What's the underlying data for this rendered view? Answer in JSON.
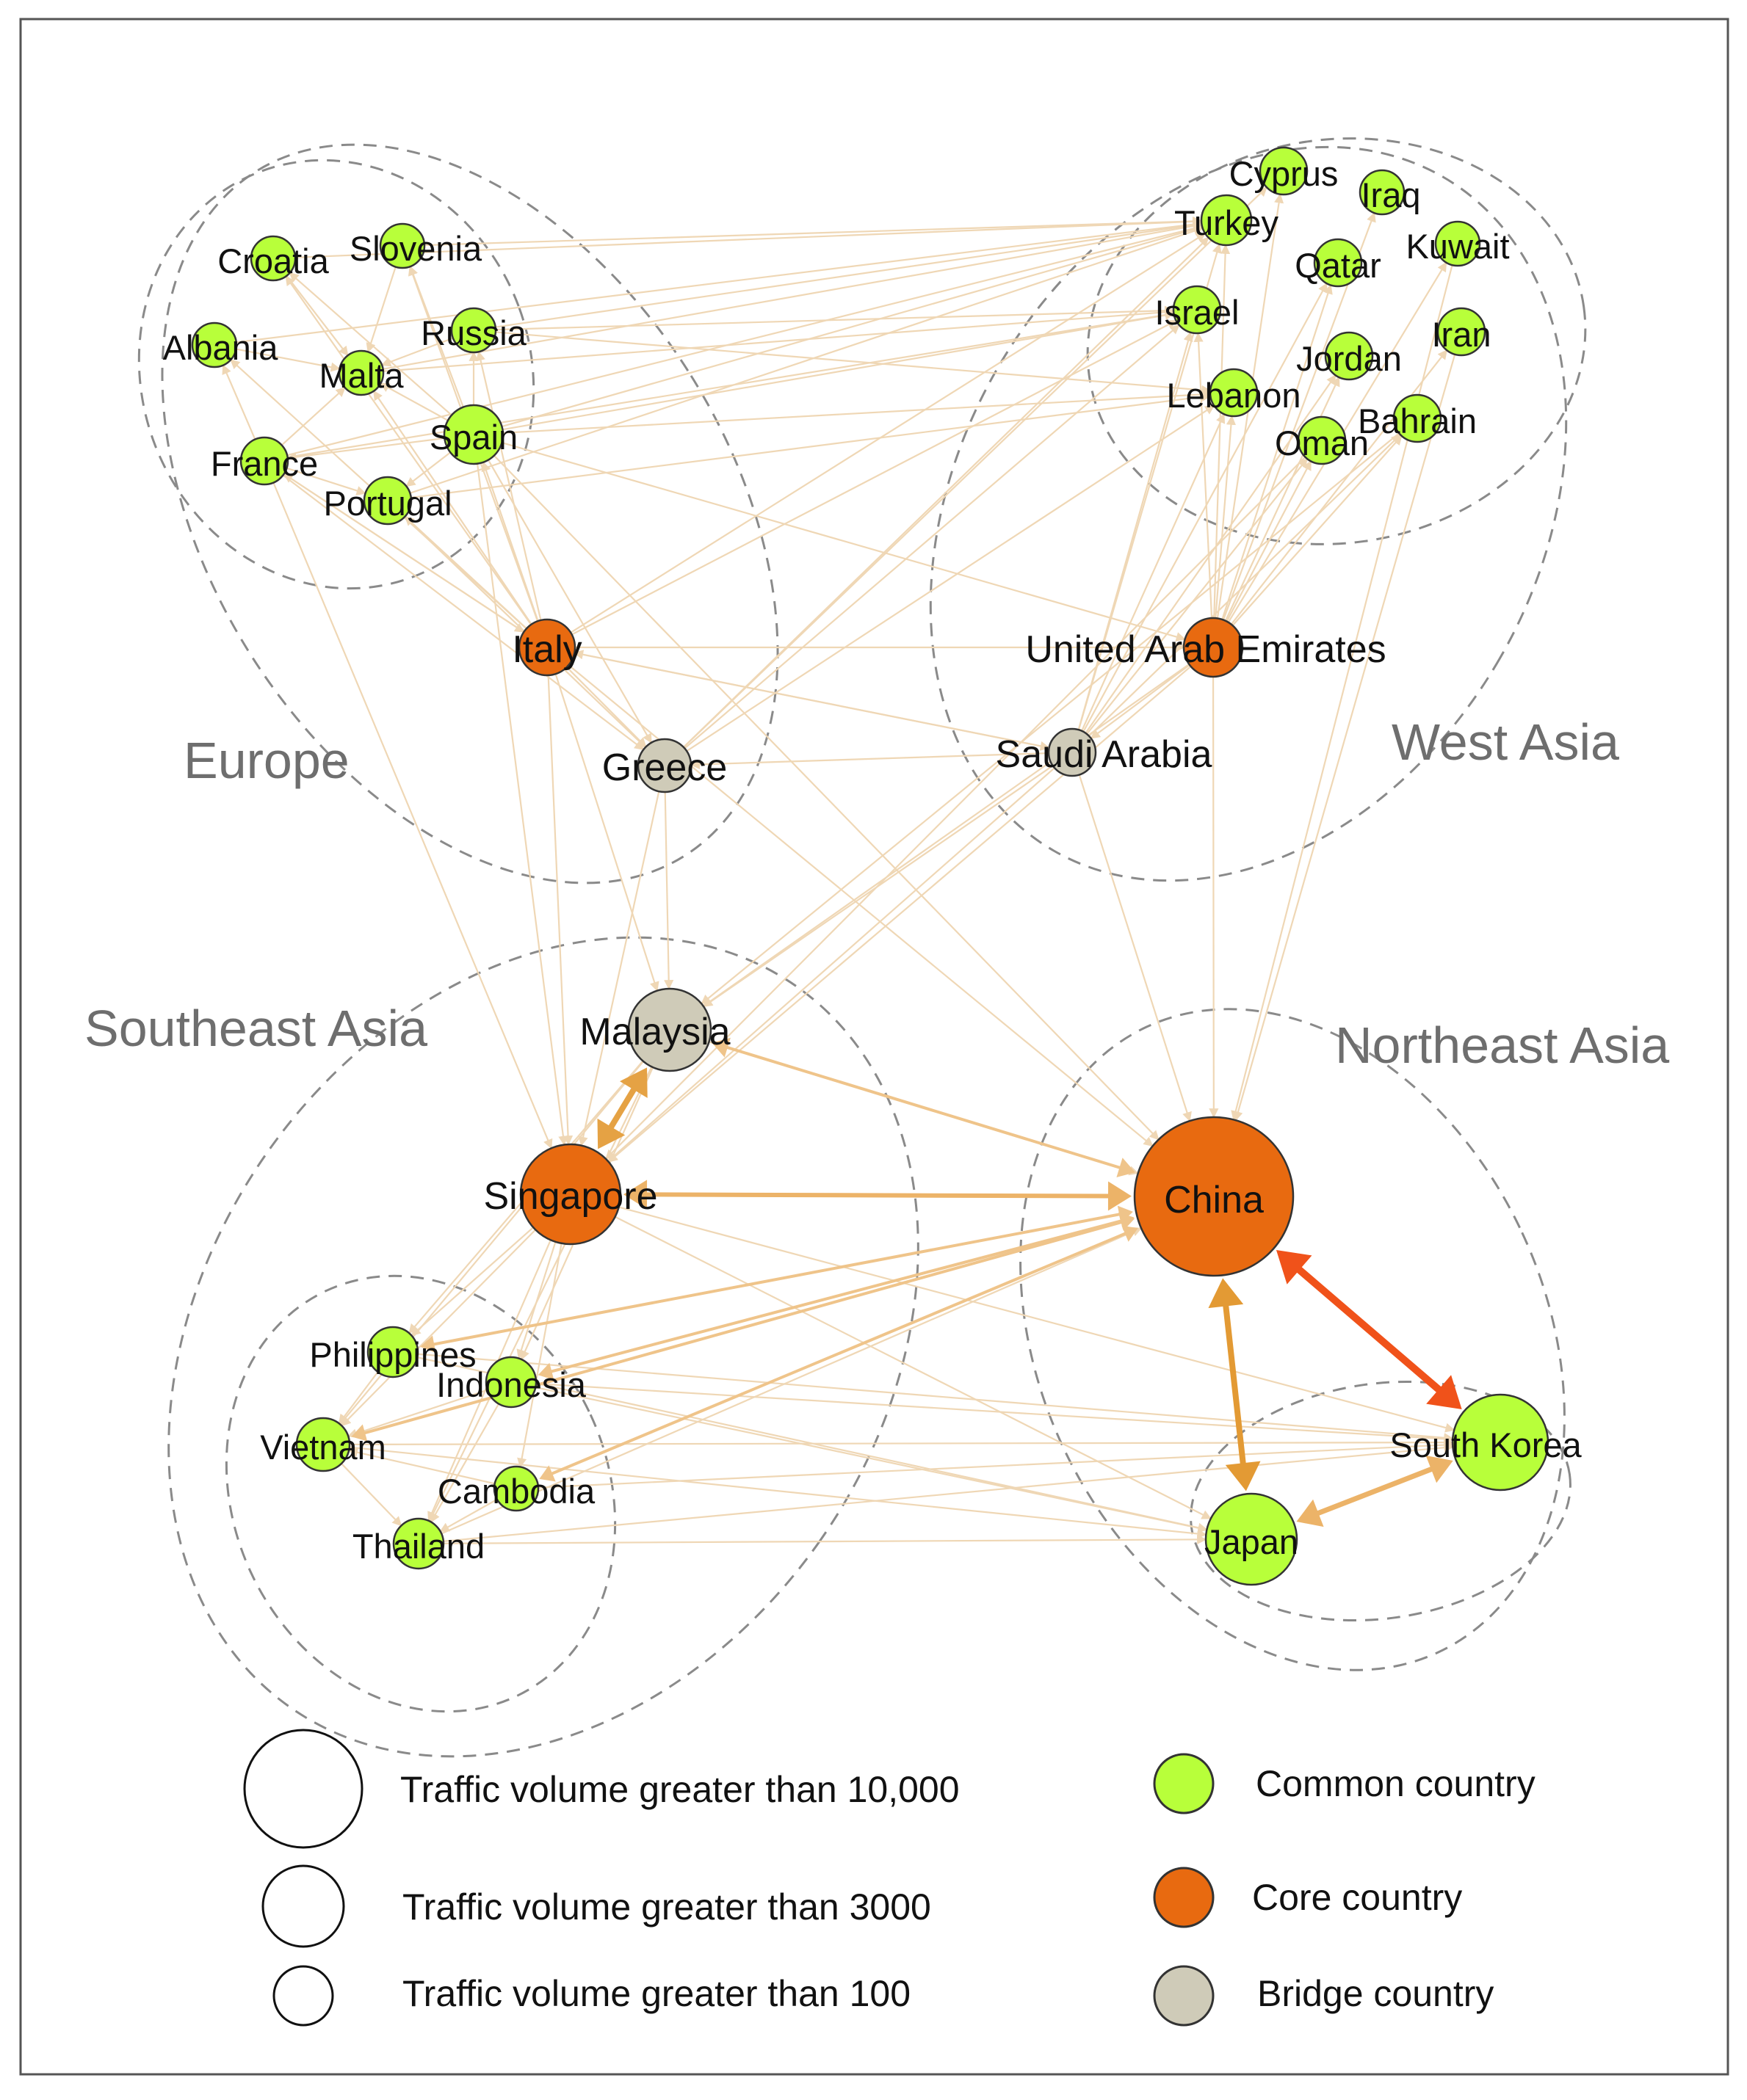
{
  "regions": [
    {
      "key": "europe",
      "label": "Europe"
    },
    {
      "key": "west_asia",
      "label": "West Asia"
    },
    {
      "key": "southeast_asia",
      "label": "Southeast Asia"
    },
    {
      "key": "northeast_asia",
      "label": "Northeast Asia"
    }
  ],
  "node_types": {
    "common": {
      "label": "Common country",
      "color": "#b8ff3a"
    },
    "core": {
      "label": "Core country",
      "color": "#e86a10"
    },
    "bridge": {
      "label": "Bridge country",
      "color": "#cfcbb8"
    }
  },
  "size_legend": [
    {
      "label": "Traffic volume greater than 10,000"
    },
    {
      "label": "Traffic volume greater than 3000"
    },
    {
      "label": "Traffic volume greater than 100"
    }
  ],
  "nodes": [
    {
      "id": "croatia",
      "label": "Croatia",
      "type": "common",
      "region": "europe"
    },
    {
      "id": "slovenia",
      "label": "Slovenia",
      "type": "common",
      "region": "europe"
    },
    {
      "id": "albania",
      "label": "Albania",
      "type": "common",
      "region": "europe"
    },
    {
      "id": "russia",
      "label": "Russia",
      "type": "common",
      "region": "europe"
    },
    {
      "id": "malta",
      "label": "Malta",
      "type": "common",
      "region": "europe"
    },
    {
      "id": "spain",
      "label": "Spain",
      "type": "common",
      "region": "europe"
    },
    {
      "id": "france",
      "label": "France",
      "type": "common",
      "region": "europe"
    },
    {
      "id": "portugal",
      "label": "Portugal",
      "type": "common",
      "region": "europe"
    },
    {
      "id": "italy",
      "label": "Italy",
      "type": "core",
      "region": "europe"
    },
    {
      "id": "greece",
      "label": "Greece",
      "type": "bridge",
      "region": "europe"
    },
    {
      "id": "cyprus",
      "label": "Cyprus",
      "type": "common",
      "region": "west_asia"
    },
    {
      "id": "iraq",
      "label": "Iraq",
      "type": "common",
      "region": "west_asia"
    },
    {
      "id": "turkey",
      "label": "Turkey",
      "type": "common",
      "region": "west_asia"
    },
    {
      "id": "kuwait",
      "label": "Kuwait",
      "type": "common",
      "region": "west_asia"
    },
    {
      "id": "qatar",
      "label": "Qatar",
      "type": "common",
      "region": "west_asia"
    },
    {
      "id": "israel",
      "label": "Israel",
      "type": "common",
      "region": "west_asia"
    },
    {
      "id": "iran",
      "label": "Iran",
      "type": "common",
      "region": "west_asia"
    },
    {
      "id": "jordan",
      "label": "Jordan",
      "type": "common",
      "region": "west_asia"
    },
    {
      "id": "lebanon",
      "label": "Lebanon",
      "type": "common",
      "region": "west_asia"
    },
    {
      "id": "bahrain",
      "label": "Bahrain",
      "type": "common",
      "region": "west_asia"
    },
    {
      "id": "oman",
      "label": "Oman",
      "type": "common",
      "region": "west_asia"
    },
    {
      "id": "uae",
      "label": "United Arab Emirates",
      "type": "core",
      "region": "west_asia"
    },
    {
      "id": "saudi",
      "label": "Saudi Arabia",
      "type": "bridge",
      "region": "west_asia"
    },
    {
      "id": "malaysia",
      "label": "Malaysia",
      "type": "bridge",
      "region": "southeast_asia"
    },
    {
      "id": "singapore",
      "label": "Singapore",
      "type": "core",
      "region": "southeast_asia"
    },
    {
      "id": "philippines",
      "label": "Philippines",
      "type": "common",
      "region": "southeast_asia"
    },
    {
      "id": "indonesia",
      "label": "Indonesia",
      "type": "common",
      "region": "southeast_asia"
    },
    {
      "id": "vietnam",
      "label": "Vietnam",
      "type": "common",
      "region": "southeast_asia"
    },
    {
      "id": "cambodia",
      "label": "Cambodia",
      "type": "common",
      "region": "southeast_asia"
    },
    {
      "id": "thailand",
      "label": "Thailand",
      "type": "common",
      "region": "southeast_asia"
    },
    {
      "id": "china",
      "label": "China",
      "type": "core",
      "region": "northeast_asia"
    },
    {
      "id": "southkorea",
      "label": "South Korea",
      "type": "common",
      "region": "northeast_asia"
    },
    {
      "id": "japan",
      "label": "Japan",
      "type": "common",
      "region": "northeast_asia"
    }
  ],
  "major_links": [
    {
      "from": "china",
      "to": "southkorea",
      "color": "#f0521a"
    },
    {
      "from": "china",
      "to": "japan",
      "color": "#e39a34"
    },
    {
      "from": "japan",
      "to": "southkorea",
      "color": "#ecb368"
    },
    {
      "from": "singapore",
      "to": "china",
      "color": "#ecb368"
    },
    {
      "from": "malaysia",
      "to": "singapore",
      "color": "#e5a244"
    },
    {
      "from": "malaysia",
      "to": "china",
      "color": "#efc48a"
    },
    {
      "from": "philippines",
      "to": "china",
      "color": "#efc48a"
    },
    {
      "from": "indonesia",
      "to": "china",
      "color": "#efc48a"
    },
    {
      "from": "vietnam",
      "to": "china",
      "color": "#efc48a"
    },
    {
      "from": "cambodia",
      "to": "china",
      "color": "#efc48a"
    }
  ],
  "minor_links": [
    [
      "italy",
      "uae"
    ],
    [
      "italy",
      "greece"
    ],
    [
      "italy",
      "spain"
    ],
    [
      "italy",
      "france"
    ],
    [
      "italy",
      "portugal"
    ],
    [
      "italy",
      "malta"
    ],
    [
      "italy",
      "russia"
    ],
    [
      "italy",
      "croatia"
    ],
    [
      "italy",
      "albania"
    ],
    [
      "italy",
      "slovenia"
    ],
    [
      "italy",
      "turkey"
    ],
    [
      "italy",
      "israel"
    ],
    [
      "italy",
      "singapore"
    ],
    [
      "italy",
      "china"
    ],
    [
      "italy",
      "malaysia"
    ],
    [
      "italy",
      "saudi"
    ],
    [
      "spain",
      "turkey"
    ],
    [
      "spain",
      "israel"
    ],
    [
      "spain",
      "lebanon"
    ],
    [
      "spain",
      "malta"
    ],
    [
      "spain",
      "france"
    ],
    [
      "spain",
      "portugal"
    ],
    [
      "spain",
      "greece"
    ],
    [
      "spain",
      "china"
    ],
    [
      "spain",
      "singapore"
    ],
    [
      "spain",
      "uae"
    ],
    [
      "spain",
      "croatia"
    ],
    [
      "spain",
      "slovenia"
    ],
    [
      "spain",
      "russia"
    ],
    [
      "france",
      "turkey"
    ],
    [
      "france",
      "israel"
    ],
    [
      "france",
      "greece"
    ],
    [
      "france",
      "portugal"
    ],
    [
      "france",
      "malta"
    ],
    [
      "france",
      "albania"
    ],
    [
      "france",
      "singapore"
    ],
    [
      "france",
      "italy"
    ],
    [
      "croatia",
      "turkey"
    ],
    [
      "croatia",
      "malta"
    ],
    [
      "slovenia",
      "turkey"
    ],
    [
      "slovenia",
      "malta"
    ],
    [
      "albania",
      "malta"
    ],
    [
      "albania",
      "turkey"
    ],
    [
      "russia",
      "turkey"
    ],
    [
      "russia",
      "israel"
    ],
    [
      "russia",
      "malta"
    ],
    [
      "russia",
      "lebanon"
    ],
    [
      "portugal",
      "turkey"
    ],
    [
      "portugal",
      "lebanon"
    ],
    [
      "portugal",
      "greece"
    ],
    [
      "malta",
      "turkey"
    ],
    [
      "malta",
      "israel"
    ],
    [
      "greece",
      "turkey"
    ],
    [
      "greece",
      "israel"
    ],
    [
      "greece",
      "lebanon"
    ],
    [
      "greece",
      "malaysia"
    ],
    [
      "greece",
      "singapore"
    ],
    [
      "greece",
      "cyprus"
    ],
    [
      "uae",
      "turkey"
    ],
    [
      "uae",
      "israel"
    ],
    [
      "uae",
      "lebanon"
    ],
    [
      "uae",
      "oman"
    ],
    [
      "uae",
      "bahrain"
    ],
    [
      "uae",
      "qatar"
    ],
    [
      "uae",
      "jordan"
    ],
    [
      "uae",
      "iran"
    ],
    [
      "uae",
      "iraq"
    ],
    [
      "uae",
      "kuwait"
    ],
    [
      "uae",
      "cyprus"
    ],
    [
      "uae",
      "china"
    ],
    [
      "uae",
      "saudi"
    ],
    [
      "uae",
      "singapore"
    ],
    [
      "uae",
      "malaysia"
    ],
    [
      "saudi",
      "turkey"
    ],
    [
      "saudi",
      "israel"
    ],
    [
      "saudi",
      "lebanon"
    ],
    [
      "saudi",
      "oman"
    ],
    [
      "saudi",
      "bahrain"
    ],
    [
      "saudi",
      "jordan"
    ],
    [
      "saudi",
      "qatar"
    ],
    [
      "saudi",
      "malaysia"
    ],
    [
      "saudi",
      "singapore"
    ],
    [
      "saudi",
      "china"
    ],
    [
      "saudi",
      "greece"
    ],
    [
      "saudi",
      "italy"
    ],
    [
      "iran",
      "china"
    ],
    [
      "kuwait",
      "china"
    ],
    [
      "bahrain",
      "malaysia"
    ],
    [
      "oman",
      "singapore"
    ],
    [
      "malaysia",
      "china"
    ],
    [
      "malaysia",
      "philippines"
    ],
    [
      "malaysia",
      "indonesia"
    ],
    [
      "malaysia",
      "vietnam"
    ],
    [
      "malaysia",
      "thailand"
    ],
    [
      "singapore",
      "philippines"
    ],
    [
      "singapore",
      "indonesia"
    ],
    [
      "singapore",
      "vietnam"
    ],
    [
      "singapore",
      "thailand"
    ],
    [
      "singapore",
      "cambodia"
    ],
    [
      "singapore",
      "japan"
    ],
    [
      "singapore",
      "southkorea"
    ],
    [
      "indonesia",
      "vietnam"
    ],
    [
      "indonesia",
      "thailand"
    ],
    [
      "philippines",
      "vietnam"
    ],
    [
      "vietnam",
      "thailand"
    ],
    [
      "cambodia",
      "thailand"
    ],
    [
      "cambodia",
      "vietnam"
    ],
    [
      "thailand",
      "japan"
    ],
    [
      "thailand",
      "southkorea"
    ],
    [
      "vietnam",
      "southkorea"
    ],
    [
      "vietnam",
      "japan"
    ],
    [
      "indonesia",
      "southkorea"
    ],
    [
      "indonesia",
      "japan"
    ],
    [
      "philippines",
      "southkorea"
    ],
    [
      "philippines",
      "japan"
    ],
    [
      "cambodia",
      "southkorea"
    ],
    [
      "thailand",
      "china"
    ]
  ]
}
